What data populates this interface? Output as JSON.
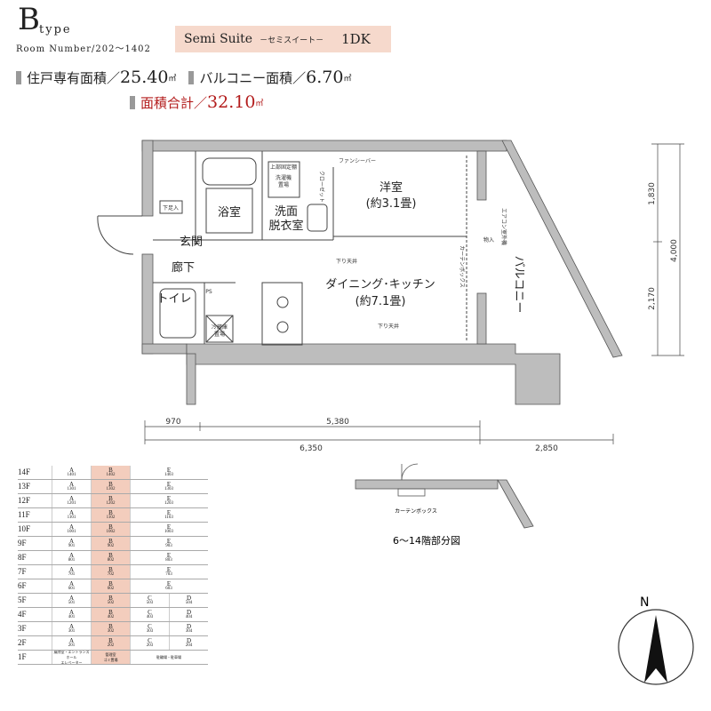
{
  "header": {
    "type_letter": "B",
    "type_word": "type",
    "room_number": "Room Number/202〜1402",
    "suite_name": "Semi Suite",
    "suite_sub": "－セミスイート－",
    "plan_type": "1DK"
  },
  "areas": {
    "private_label": "住戸専有面積／",
    "private_value": "25.40",
    "balcony_label": "バルコニー面積／",
    "balcony_value": "6.70",
    "total_label": "面積合計／",
    "total_value": "32.10",
    "unit": "㎡",
    "accent_color": "#b31c1c"
  },
  "rooms": {
    "western": "洋室",
    "western_size": "(約3.1畳)",
    "bath": "浴室",
    "washroom_1": "洗面",
    "washroom_2": "脱衣室",
    "entrance": "玄関",
    "hallway": "廊下",
    "toilet": "トイレ",
    "dining": "ダイニング･キッチン",
    "dining_size": "(約7.1畳)",
    "balcony": "バルコニー"
  },
  "plan_labels": {
    "shoe_box": "下足入",
    "fan": "ファンシーバー",
    "upper_shelf": "上部固定棚",
    "washer": "洗濯機",
    "washer_2": "置場",
    "closet": "クローゼット",
    "lowered_ceiling_1": "下り天井",
    "lowered_ceiling_2": "下り天井",
    "ps": "PS",
    "fridge": "冷蔵庫",
    "fridge_2": "置場",
    "curtain_box": "カーテンボックス",
    "aircon": "エアコン室外機",
    "storage": "物入",
    "floor_note": "6〜14階部分図"
  },
  "dimensions": {
    "d970": "970",
    "d5380": "5,380",
    "d6350": "6,350",
    "d2850": "2,850",
    "v1830": "1,830",
    "v4000": "4,000",
    "v2170": "2,170"
  },
  "floor_table": {
    "highlight_color": "#f3cdbd",
    "rows": [
      {
        "floor": "14F",
        "cells": [
          [
            "A",
            "1401"
          ],
          [
            "B",
            "1402"
          ],
          [
            "E",
            "1403"
          ]
        ]
      },
      {
        "floor": "13F",
        "cells": [
          [
            "A",
            "1301"
          ],
          [
            "B",
            "1302"
          ],
          [
            "E",
            "1303"
          ]
        ]
      },
      {
        "floor": "12F",
        "cells": [
          [
            "A",
            "1201"
          ],
          [
            "B",
            "1202"
          ],
          [
            "E",
            "1203"
          ]
        ]
      },
      {
        "floor": "11F",
        "cells": [
          [
            "A",
            "1101"
          ],
          [
            "B",
            "1102"
          ],
          [
            "E",
            "1103"
          ]
        ]
      },
      {
        "floor": "10F",
        "cells": [
          [
            "A",
            "1001"
          ],
          [
            "B",
            "1002"
          ],
          [
            "E",
            "1003"
          ]
        ]
      },
      {
        "floor": "9F",
        "cells": [
          [
            "A",
            "901"
          ],
          [
            "B",
            "902"
          ],
          [
            "E",
            "903"
          ]
        ]
      },
      {
        "floor": "8F",
        "cells": [
          [
            "A",
            "801"
          ],
          [
            "B",
            "802"
          ],
          [
            "E",
            "803"
          ]
        ]
      },
      {
        "floor": "7F",
        "cells": [
          [
            "A",
            "701"
          ],
          [
            "B",
            "702"
          ],
          [
            "E",
            "703"
          ]
        ]
      },
      {
        "floor": "6F",
        "cells": [
          [
            "A",
            "601"
          ],
          [
            "B",
            "602"
          ],
          [
            "E",
            "603"
          ]
        ]
      },
      {
        "floor": "5F",
        "cells": [
          [
            "A",
            "501"
          ],
          [
            "B",
            "502"
          ],
          [
            "C",
            "503"
          ],
          [
            "D",
            "504"
          ]
        ]
      },
      {
        "floor": "4F",
        "cells": [
          [
            "A",
            "401"
          ],
          [
            "B",
            "402"
          ],
          [
            "C",
            "403"
          ],
          [
            "D",
            "404"
          ]
        ]
      },
      {
        "floor": "3F",
        "cells": [
          [
            "A",
            "301"
          ],
          [
            "B",
            "302"
          ],
          [
            "C",
            "303"
          ],
          [
            "D",
            "304"
          ]
        ]
      },
      {
        "floor": "2F",
        "cells": [
          [
            "A",
            "201"
          ],
          [
            "B",
            "202"
          ],
          [
            "C",
            "203"
          ],
          [
            "D",
            "204"
          ]
        ]
      },
      {
        "floor": "1F",
        "cells": [
          [
            "風除室・エントランスホール",
            "エレベーター"
          ],
          [
            "管理室",
            "ゴミ置場"
          ],
          [
            "駐輪場・駐車場",
            ""
          ]
        ]
      }
    ]
  },
  "compass": {
    "north": "N"
  }
}
